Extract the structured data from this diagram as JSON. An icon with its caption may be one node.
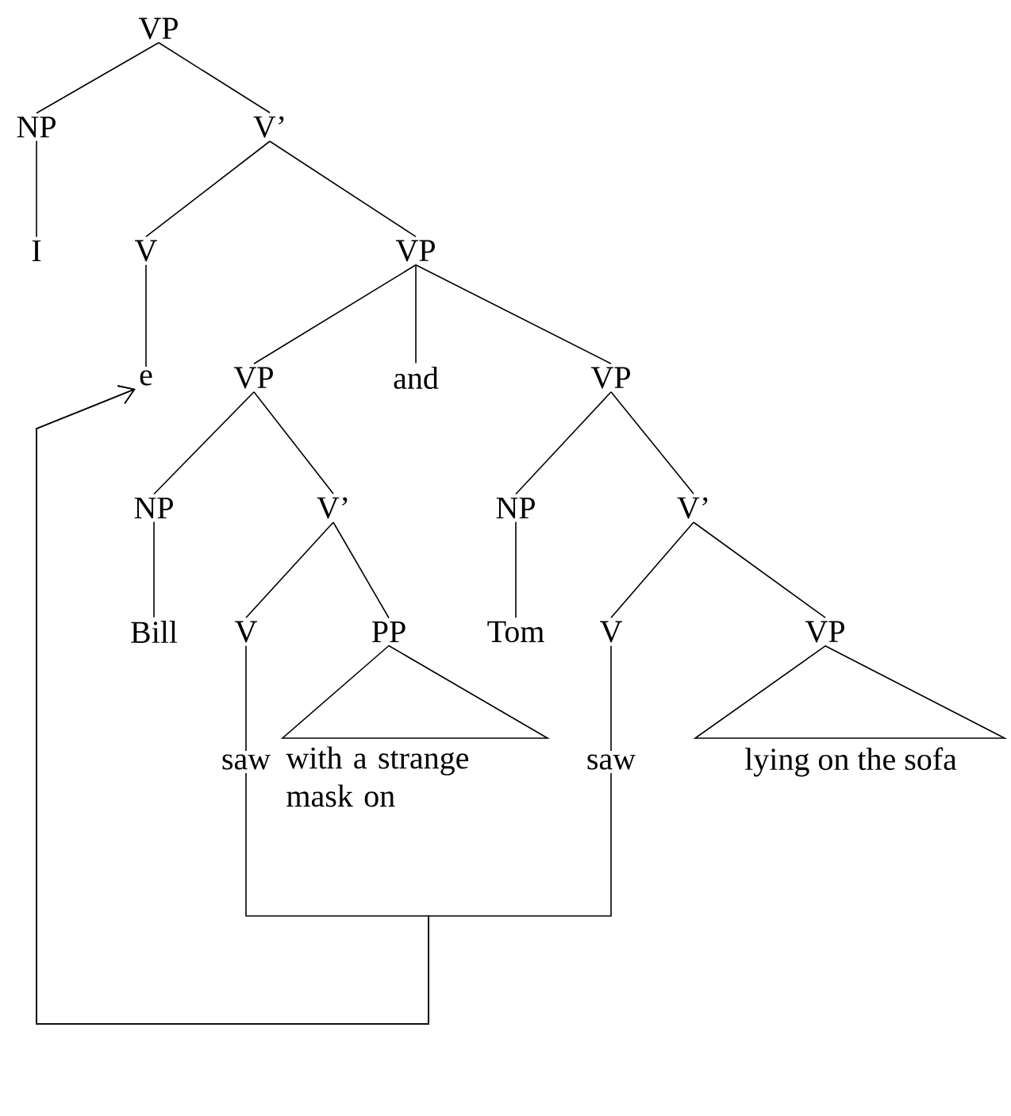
{
  "diagram": {
    "nodes": [
      {
        "text": [
          "VP"
        ]
      },
      {
        "text": [
          "NP"
        ]
      },
      {
        "text": [
          "V’"
        ]
      },
      {
        "text": [
          "I"
        ]
      },
      {
        "text": [
          "V"
        ]
      },
      {
        "text": [
          "VP"
        ]
      },
      {
        "text": [
          "e"
        ]
      },
      {
        "text": [
          "VP"
        ]
      },
      {
        "text": [
          "and"
        ]
      },
      {
        "text": [
          "VP"
        ]
      },
      {
        "text": [
          "NP"
        ]
      },
      {
        "text": [
          "V’"
        ]
      },
      {
        "text": [
          "NP"
        ]
      },
      {
        "text": [
          "V’"
        ]
      },
      {
        "text": [
          "Bill"
        ]
      },
      {
        "text": [
          "V"
        ]
      },
      {
        "text": [
          "PP"
        ]
      },
      {
        "text": [
          "Tom"
        ]
      },
      {
        "text": [
          "V"
        ]
      },
      {
        "text": [
          "VP"
        ]
      },
      {
        "text": [
          "saw"
        ]
      },
      {
        "text": [
          "with a strange mask on"
        ]
      },
      {
        "text": [
          "saw"
        ]
      },
      {
        "text": [
          "lying on the sofa"
        ]
      }
    ],
    "edges": [
      {
        "from": 0,
        "to": 1,
        "arrow": "none"
      },
      {
        "from": 0,
        "to": 2,
        "arrow": "none"
      },
      {
        "from": 1,
        "to": 3,
        "arrow": "none"
      },
      {
        "from": 2,
        "to": 4,
        "arrow": "none"
      },
      {
        "from": 2,
        "to": 5,
        "arrow": "none"
      },
      {
        "from": 4,
        "to": 6,
        "arrow": "none"
      },
      {
        "from": 5,
        "to": 7,
        "arrow": "none"
      },
      {
        "from": 5,
        "to": 8,
        "arrow": "none"
      },
      {
        "from": 5,
        "to": 9,
        "arrow": "none"
      },
      {
        "from": 7,
        "to": 10,
        "arrow": "none"
      },
      {
        "from": 7,
        "to": 11,
        "arrow": "none"
      },
      {
        "from": 9,
        "to": 12,
        "arrow": "none"
      },
      {
        "from": 9,
        "to": 13,
        "arrow": "none"
      },
      {
        "from": 10,
        "to": 14,
        "arrow": "none"
      },
      {
        "from": 11,
        "to": 15,
        "arrow": "none"
      },
      {
        "from": 11,
        "to": 16,
        "arrow": "none"
      },
      {
        "from": 12,
        "to": 17,
        "arrow": "none"
      },
      {
        "from": 13,
        "to": 18,
        "arrow": "none"
      },
      {
        "from": 13,
        "to": 19,
        "arrow": "none"
      },
      {
        "from": 15,
        "to": 20,
        "arrow": "none"
      },
      {
        "from": 16,
        "to": 21,
        "arrow": "none"
      },
      {
        "from": 18,
        "to": 22,
        "arrow": "none"
      },
      {
        "from": 19,
        "to": 23,
        "arrow": "none"
      },
      {
        "from": 20,
        "to": 6,
        "arrow": "to"
      },
      {
        "from": 22,
        "to": 6,
        "arrow": "to"
      }
    ]
  }
}
